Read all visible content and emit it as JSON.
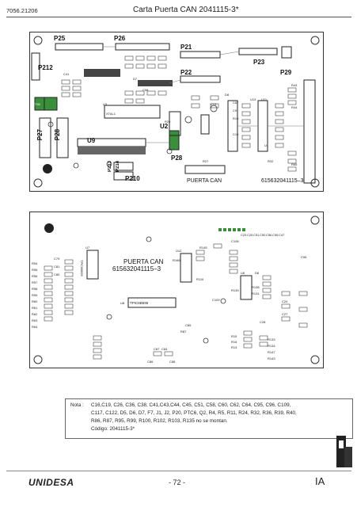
{
  "header": {
    "doc_code": "7056.21206",
    "title": "Carta Puerta CAN 2041115-3*"
  },
  "top_board": {
    "labels": [
      "P25",
      "P26",
      "P21",
      "P22",
      "P23",
      "P29",
      "P212",
      "PT08",
      "P27",
      "P28",
      "P210",
      "P28",
      "P213",
      "P214",
      "U9",
      "U2",
      "PUERTA CAN",
      "615632041115–3"
    ],
    "small_labels": [
      "U13",
      "D8",
      "C13",
      "R19",
      "C67",
      "U3",
      "U1",
      "C9",
      "C15",
      "R27",
      "XTAL1",
      "R29",
      "R32",
      "C41",
      "D7",
      "R43",
      "R44",
      "C58",
      "U11",
      "R65"
    ]
  },
  "bottom_board": {
    "title_line1": "PUERTA CAN",
    "title_line2": "615632041115–3",
    "small_labels": [
      "U7",
      "U8",
      "U12",
      "U6",
      "C95",
      "C51",
      "C50",
      "C56",
      "C55",
      "C47",
      "R54",
      "R55",
      "R56",
      "R57",
      "R58",
      "R59",
      "R60",
      "R61",
      "R62",
      "R63",
      "R64",
      "C79",
      "C81",
      "C80",
      "C84",
      "C86",
      "C87",
      "R138",
      "R139",
      "R131",
      "C109",
      "C108",
      "R166",
      "R145",
      "R133",
      "R134",
      "R147",
      "R143",
      "R110",
      "D6",
      "R87",
      "C85",
      "C88",
      "R13",
      "R15",
      "R16",
      "C23",
      "C24",
      "C25",
      "C27",
      "C28"
    ],
    "ic_labels": [
      "TPIC6B595",
      "TPIC6B595"
    ]
  },
  "note": {
    "lead": "Nota :",
    "lines": [
      "C16,C19, C26, C36, C38, C41,C43,C44, C45, C51, C58, C60, C62, C64,  C95, C96, C109,",
      "C117, C122, D5, D6, D7, F7, J1, J2, P20, PTC6, Q2, R4, R5, R11, R24, R32, R36, R39, R40,",
      "R86, R87, R95, R99, R100, R102, R103, R135 no se montan.",
      "Código: 2041115-3*"
    ]
  },
  "footer": {
    "brand": "UNIDESA",
    "page": "- 72 -",
    "section": "IA"
  }
}
